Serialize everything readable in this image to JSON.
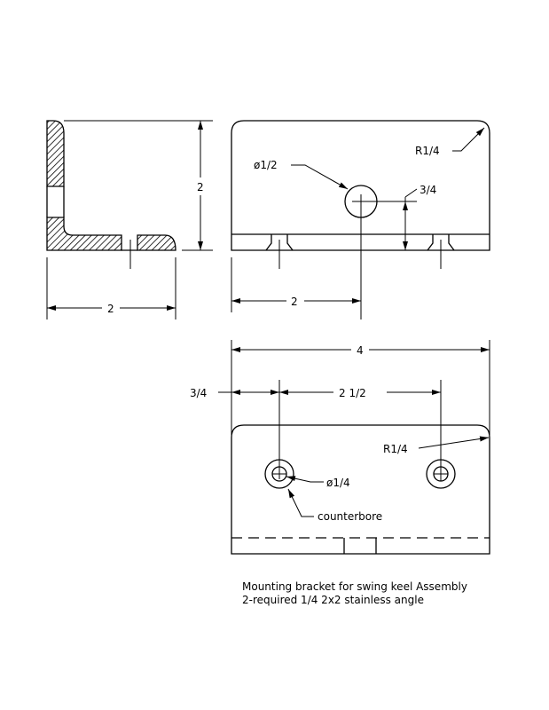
{
  "side_view": {
    "height_dim": "2",
    "width_dim": "2"
  },
  "front_view": {
    "hole_dia": "ø1/2",
    "hole_height": "3/4",
    "corner_radius": "R1/4",
    "hole_offset": "2"
  },
  "top_view": {
    "overall_length": "4",
    "edge_offset": "3/4",
    "hole_spacing": "2 1/2",
    "corner_radius": "R1/4",
    "hole_dia": "ø1/4",
    "counterbore": "counterbore"
  },
  "notes": {
    "line1": "Mounting bracket for swing keel Assembly",
    "line2": "2-required 1/4 2x2 stainless angle"
  },
  "colors": {
    "ink": "#000000",
    "paper": "#ffffff"
  }
}
